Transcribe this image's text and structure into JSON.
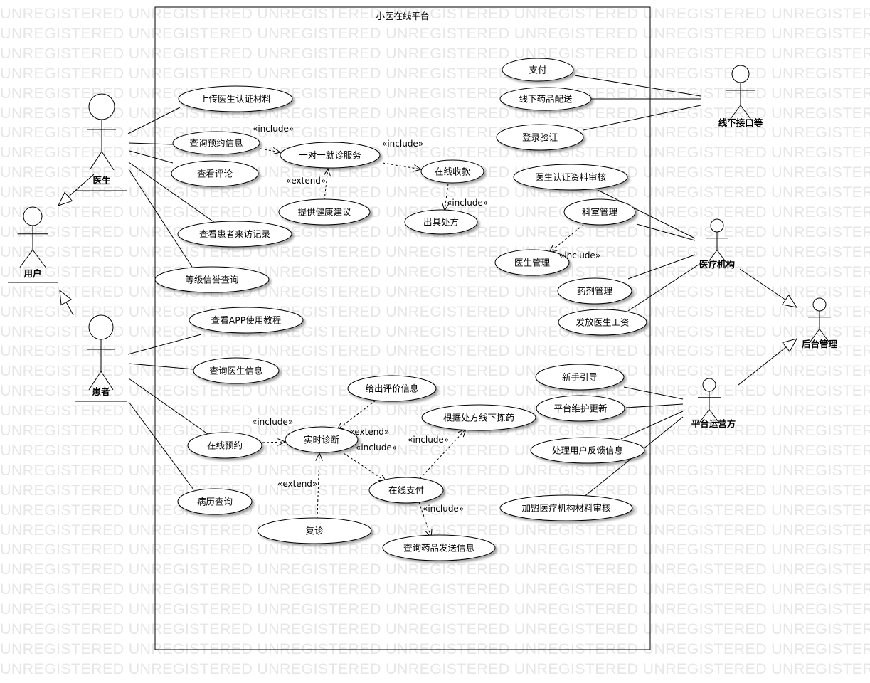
{
  "watermark": "UNREGISTERED",
  "system_title": "小医在线平台",
  "actors": {
    "doctor": "医生",
    "user": "用户",
    "patient": "患者",
    "offline_interface": "线下接口等",
    "medical_institution": "医疗机构",
    "backend_admin": "后台管理",
    "platform_operator": "平台运营方"
  },
  "use_cases": {
    "upload_cert": "上传医生认证材料",
    "query_appointment_info": "查询预约信息",
    "view_reviews": "查看评论",
    "view_patient_records": "查看患者来访记录",
    "credit_query": "等级信誉查询",
    "one_on_one": "一对一就诊服务",
    "online_charge": "在线收款",
    "health_advice": "提供健康建议",
    "prescribe": "出具处方",
    "app_tutorial": "查看APP使用教程",
    "query_doctor_info": "查询医生信息",
    "online_booking": "在线预约",
    "records_query": "病历查询",
    "give_review": "给出评价信息",
    "realtime_diagnosis": "实时诊断",
    "offline_pickup": "根据处方线下拣药",
    "online_payment": "在线支付",
    "follow_up": "复诊",
    "drug_shipping": "查询药品发送信息",
    "pay": "支付",
    "offline_delivery": "线下药品配送",
    "login_verify": "登录验证",
    "cert_review": "医生认证资料审核",
    "dept_mgmt": "科室管理",
    "doctor_mgmt": "医生管理",
    "pharmacy_mgmt": "药剂管理",
    "pay_salary": "发放医生工资",
    "newbie_guide": "新手引导",
    "platform_maintenance": "平台维护更新",
    "handle_feedback": "处理用户反馈信息",
    "institution_review": "加盟医疗机构材料审核"
  },
  "stereotypes": {
    "include": "«include»",
    "extend": "«extend»"
  },
  "colors": {
    "line": "#000000",
    "background": "#ffffff",
    "watermark": "#e6e6e6"
  }
}
